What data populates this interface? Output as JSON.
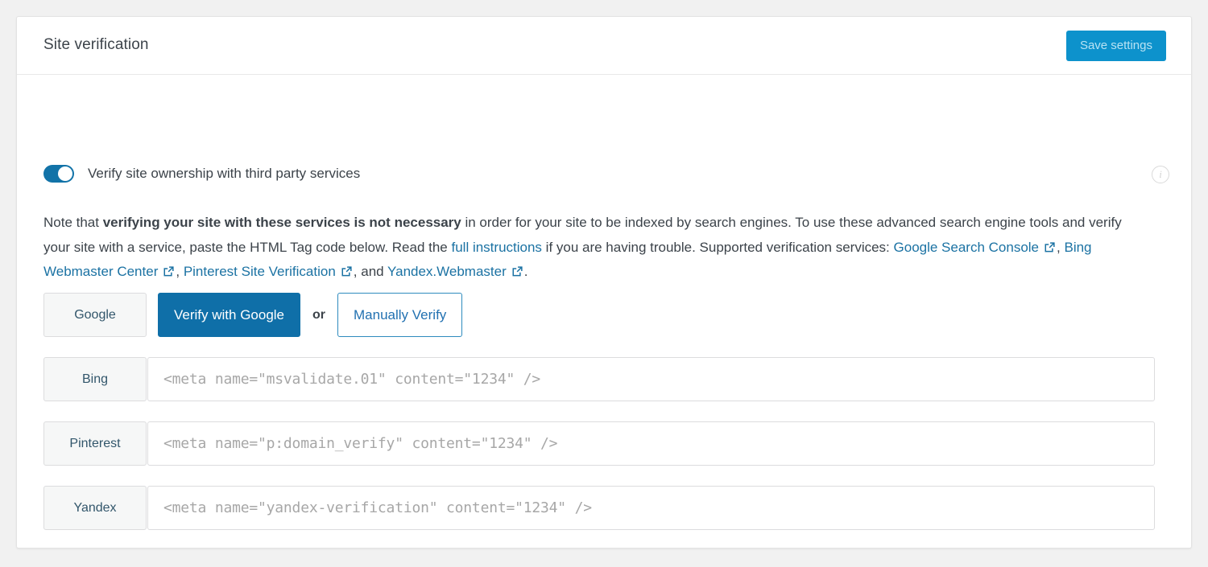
{
  "header": {
    "title": "Site verification",
    "save_label": "Save settings"
  },
  "toggle": {
    "label": "Verify site ownership with third party services",
    "state": "on",
    "accent_color": "#1273a8"
  },
  "info_icon": {
    "glyph": "i",
    "name": "info-icon"
  },
  "note": {
    "part1": "Note that ",
    "bold": "verifying your site with these services is not necessary",
    "part2": " in order for your site to be indexed by search engines. To use these advanced search engine tools and verify your site with a service, paste the HTML Tag code below. Read the ",
    "link_instructions": "full instructions",
    "part3": " if you are having trouble. Supported verification services: ",
    "link_google": "Google Search Console",
    "sep1": ", ",
    "link_bing": "Bing Webmaster Center",
    "sep2": ", ",
    "link_pinterest": "Pinterest Site Verification",
    "sep3": ", and ",
    "link_yandex": "Yandex.Webmaster",
    "end": "."
  },
  "rows": [
    {
      "label": "Google",
      "type": "actions",
      "verify_label": "Verify with Google",
      "or_label": "or",
      "manual_label": "Manually Verify"
    },
    {
      "label": "Bing",
      "type": "input",
      "placeholder": "<meta name=\"msvalidate.01\" content=\"1234\" />",
      "value": ""
    },
    {
      "label": "Pinterest",
      "type": "input",
      "placeholder": "<meta name=\"p:domain_verify\" content=\"1234\" />",
      "value": ""
    },
    {
      "label": "Yandex",
      "type": "input",
      "placeholder": "<meta name=\"yandex-verification\" content=\"1234\" />",
      "value": ""
    }
  ],
  "colors": {
    "page_background": "#f1f1f1",
    "card_background": "#ffffff",
    "primary_blue": "#0f6fa8",
    "save_blue": "#0d92cc",
    "link_blue": "#1b72a3",
    "label_background": "#f6f7f7",
    "text": "#3c434a",
    "placeholder": "#a7a7a7"
  }
}
